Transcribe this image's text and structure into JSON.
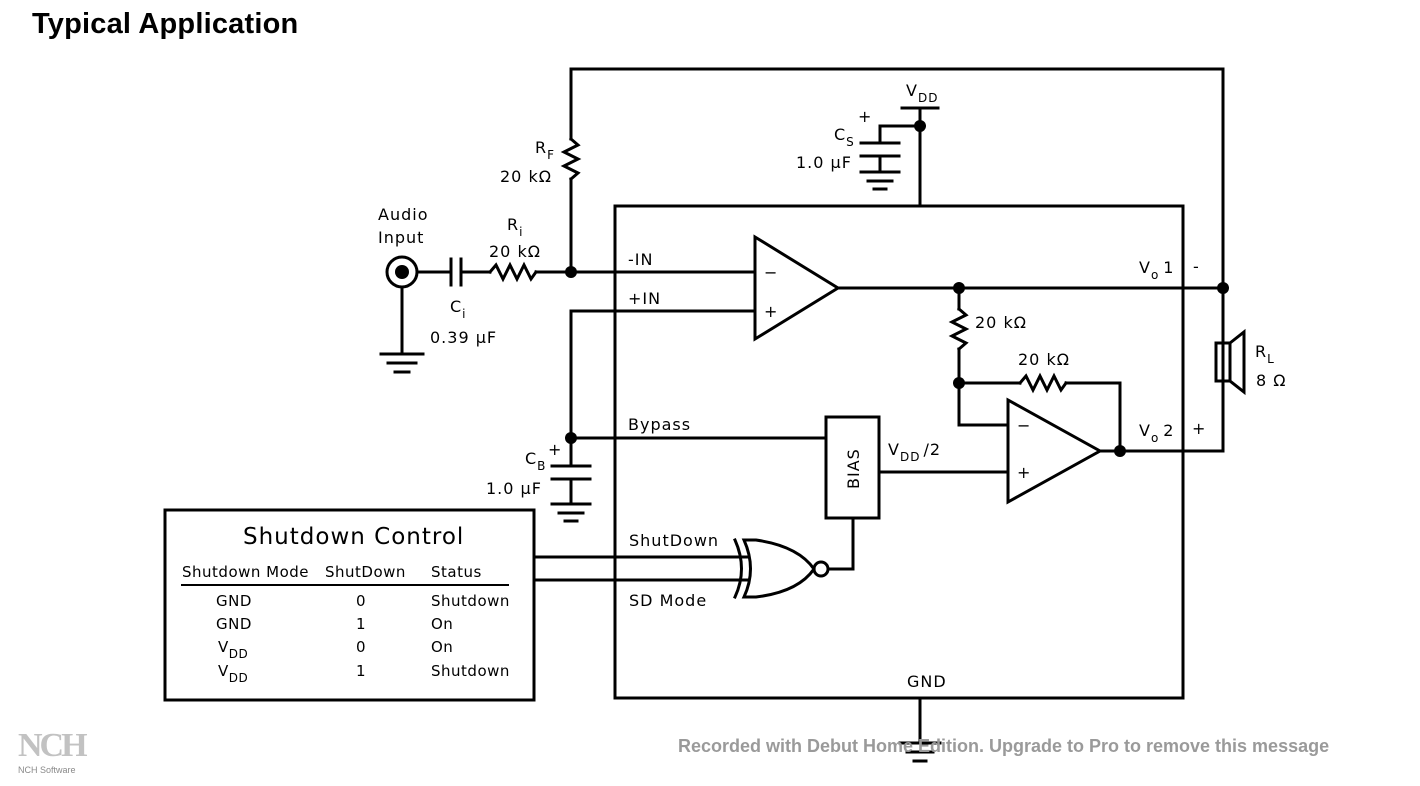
{
  "title": "Typical Application",
  "labels": {
    "audio_input_1": "Audio",
    "audio_input_2": "Input",
    "ci_name": "C",
    "ci_sub": "i",
    "ci_value": "0.39 μF",
    "ri_name": "R",
    "ri_sub": "i",
    "ri_value": "20 kΩ",
    "rf_name": "R",
    "rf_sub": "F",
    "rf_value": "20 kΩ",
    "vdd_name": "V",
    "vdd_sub": "DD",
    "cs_plus": "+",
    "cs_name": "C",
    "cs_sub": "S",
    "cs_value": "1.0 μF",
    "minus_in": "-IN",
    "plus_in": "+IN",
    "amp1_minus": "−",
    "amp1_plus": "+",
    "amp2_minus": "−",
    "amp2_plus": "+",
    "r20k_vertical": "20 kΩ",
    "r20k_feedback": "20 kΩ",
    "vo1_name": "V",
    "vo1_sub": "o",
    "vo1_num": "1",
    "vo1_pol": "-",
    "vo2_name": "V",
    "vo2_sub": "o",
    "vo2_num": "2",
    "vo2_pol": "+",
    "rl_name": "R",
    "rl_sub": "L",
    "rl_value": "8 Ω",
    "bypass": "Bypass",
    "bias": "BIAS",
    "vdd2_name": "V",
    "vdd2_sub": "DD",
    "vdd2_rest": "/2",
    "cb_plus": "+",
    "cb_name": "C",
    "cb_sub": "B",
    "cb_value": "1.0 μF",
    "shutdown": "ShutDown",
    "sd_mode": "SD Mode",
    "gnd": "GND"
  },
  "shutdown_control": {
    "title": "Shutdown Control",
    "headers": [
      "Shutdown Mode",
      "ShutDown",
      "Status"
    ],
    "rows": [
      {
        "mode": "GND",
        "mode_sub": "",
        "shutdown": "0",
        "status": "Shutdown"
      },
      {
        "mode": "GND",
        "mode_sub": "",
        "shutdown": "1",
        "status": "On"
      },
      {
        "mode": "V",
        "mode_sub": "DD",
        "shutdown": "0",
        "status": "On"
      },
      {
        "mode": "V",
        "mode_sub": "DD",
        "shutdown": "1",
        "status": "Shutdown"
      }
    ]
  },
  "watermark": "Recorded with Debut Home Edition. Upgrade to Pro to remove this message",
  "logo": {
    "mark": "NCH",
    "text": "NCH Software"
  }
}
